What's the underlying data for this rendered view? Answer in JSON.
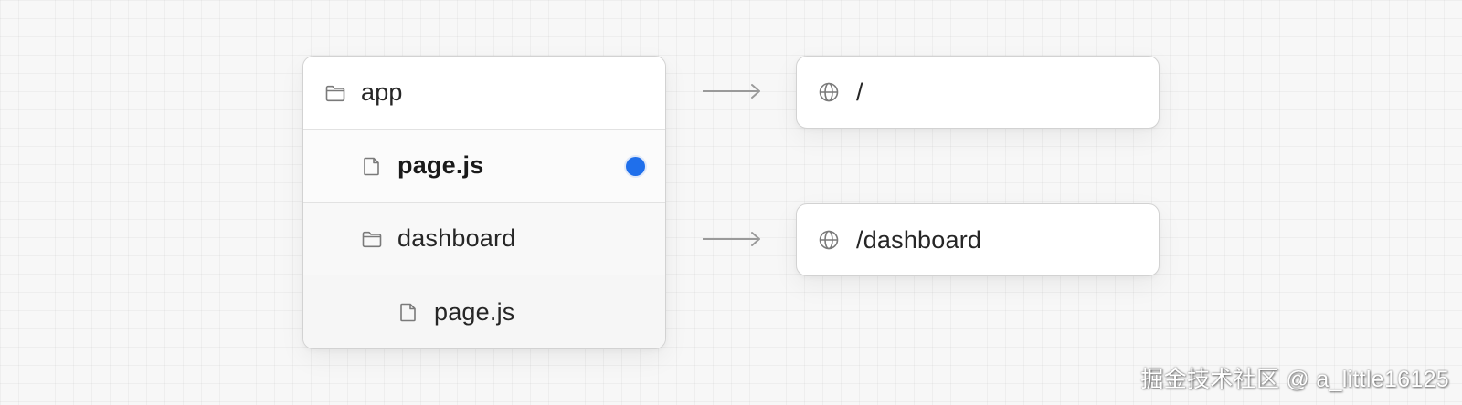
{
  "tree": {
    "items": [
      {
        "label": "app",
        "icon": "folder-icon",
        "depth": 0,
        "active": false
      },
      {
        "label": "page.js",
        "icon": "file-icon",
        "depth": 1,
        "active": true
      },
      {
        "label": "dashboard",
        "icon": "folder-icon",
        "depth": 1,
        "active": false
      },
      {
        "label": "page.js",
        "icon": "file-icon",
        "depth": 2,
        "active": false
      }
    ]
  },
  "routes": [
    {
      "label": "/",
      "icon": "globe-icon"
    },
    {
      "label": "/dashboard",
      "icon": "globe-icon"
    }
  ],
  "colors": {
    "active_dot": "#1f6feb",
    "arrow": "#9a9a9a"
  },
  "watermark": "掘金技术社区 @ a_little16125"
}
